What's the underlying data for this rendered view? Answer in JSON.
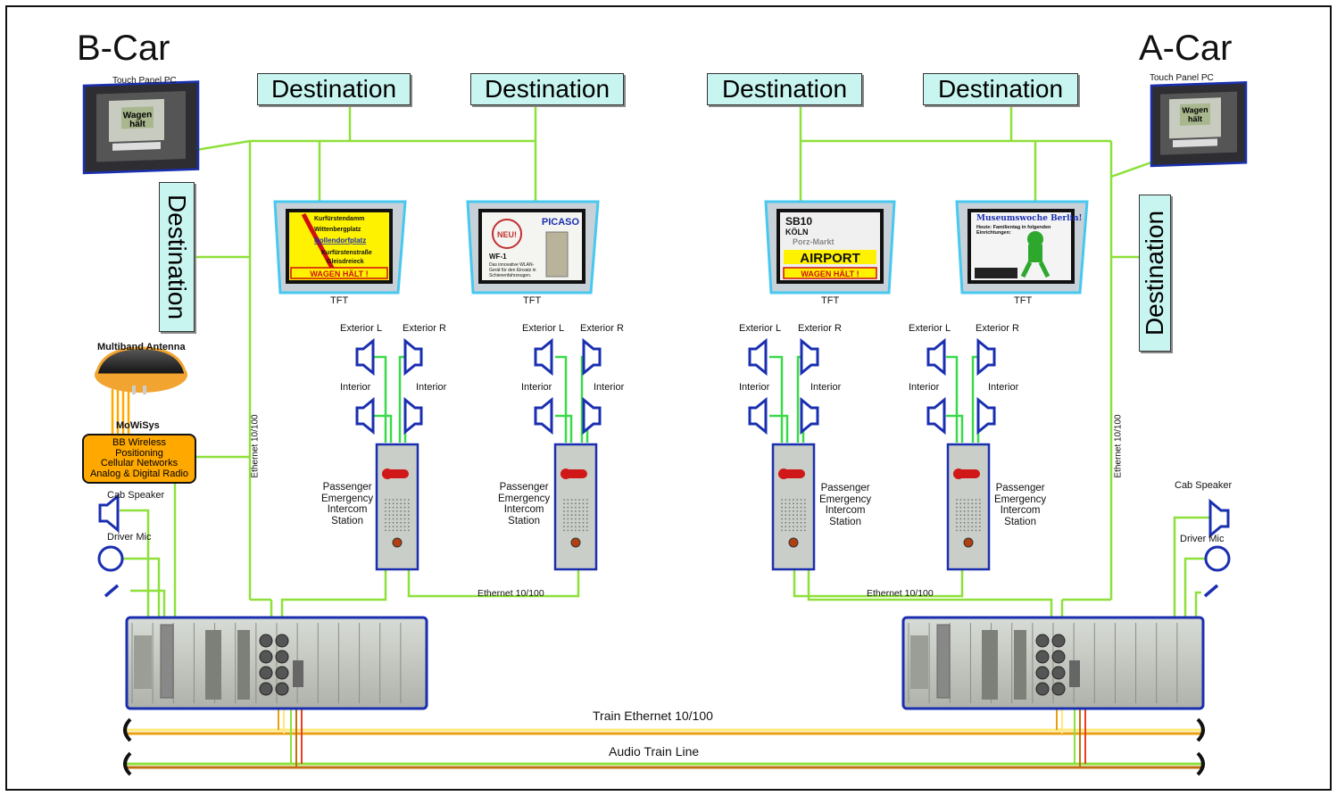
{
  "cars": {
    "left": "B-Car",
    "right": "A-Car"
  },
  "touch_panel": {
    "label": "Touch Panel PC",
    "screen_text": "Wagen hält"
  },
  "destination_label": "Destination",
  "tft_label": "TFT",
  "tft_screens": [
    {
      "lines": [
        "Kurfürstendamm",
        "Wittenbergplatz",
        "Nollendorfplatz",
        "Kurfürstenstraße",
        "Gleisdreieck"
      ],
      "banner": "WAGEN HÄLT !"
    },
    {
      "brand": "PICASO",
      "product": "WF-1",
      "text": "Das innovative WLAN-Gerät für den Einsatz in Schienenfahrzeugen. Ethernet..."
    },
    {
      "line": "SB10",
      "dest": "KÖLN",
      "sub": "Porz-Markt",
      "big": "AIRPORT",
      "banner": "WAGEN HÄLT !"
    },
    {
      "title": "Museumswoche Berlin!",
      "sub": "Heute: Familientag in folgenden Einrichtungen:"
    }
  ],
  "speakers": {
    "exterior_l": "Exterior L",
    "exterior_r": "Exterior R",
    "interior": "Interior"
  },
  "intercom_lines": [
    "Passenger",
    "Emergency",
    "Intercom",
    "Station"
  ],
  "antenna_label": "Multiband Antenna",
  "mowisys": {
    "title": "MoWiSys",
    "lines": [
      "BB Wireless",
      "Positioning",
      "Cellular Networks",
      "Analog & Digital Radio"
    ]
  },
  "cab_speaker": "Cab Speaker",
  "driver_mic": "Driver Mic",
  "ethernet_label": "Ethernet 10/100",
  "train_ethernet": "Train Ethernet 10/100",
  "audio_train_line": "Audio Train Line",
  "colors": {
    "network": "#8ee03a",
    "speaker": "#1a2fb0",
    "dest_fill": "#c8f5f0",
    "mowisys": "#ffa800"
  }
}
